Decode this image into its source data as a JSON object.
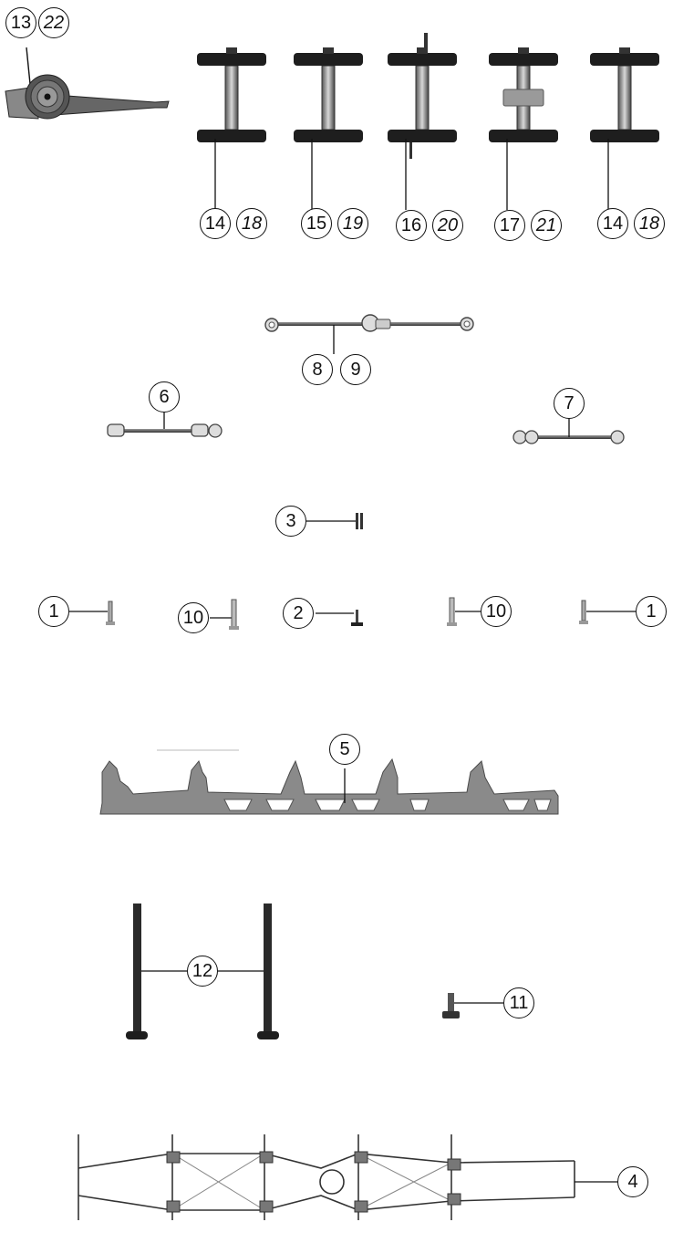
{
  "parts": {
    "spring_drum": {
      "labels": [
        "13",
        "22"
      ],
      "italic": [
        false,
        true
      ]
    },
    "wheelsets": [
      {
        "labels": [
          "14",
          "18"
        ],
        "italic": [
          false,
          true
        ]
      },
      {
        "labels": [
          "15",
          "19"
        ],
        "italic": [
          false,
          true
        ]
      },
      {
        "labels": [
          "16",
          "20"
        ],
        "italic": [
          false,
          true
        ]
      },
      {
        "labels": [
          "17",
          "21"
        ],
        "italic": [
          false,
          true
        ]
      },
      {
        "labels": [
          "14",
          "18"
        ],
        "italic": [
          false,
          true
        ]
      }
    ],
    "rods": {
      "coupling_rod_pair": {
        "labels": [
          "8",
          "9"
        ]
      },
      "rod_left": {
        "label": "6"
      },
      "rod_right": {
        "label": "7"
      }
    },
    "small_screws": {
      "part_3": "3",
      "part_1_left": "1",
      "part_10_left": "10",
      "part_2": "2",
      "part_10_right": "10",
      "part_1_right": "1"
    },
    "frame_part": {
      "label": "5"
    },
    "long_screws": {
      "label": "12"
    },
    "short_screw": {
      "label": "11"
    },
    "brake_rigging": {
      "label": "4"
    }
  },
  "colors": {
    "ink": "#111111",
    "metal_dark": "#2a2a2a",
    "metal_mid": "#777777",
    "metal_light": "#bdbdbd"
  }
}
